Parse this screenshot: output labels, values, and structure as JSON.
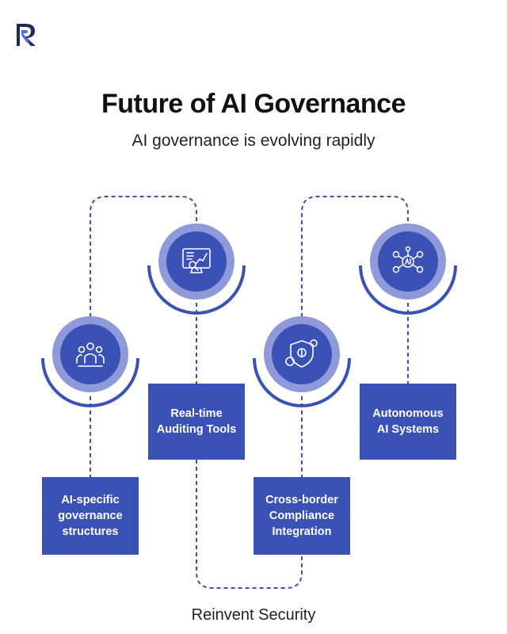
{
  "title": "Future of AI Governance",
  "subtitle": "AI governance is evolving rapidly",
  "footer": "Reinvent Security",
  "colors": {
    "primary": "#3a51b5",
    "light_ring": "#8e9ad9",
    "line": "#3a51b5"
  },
  "steps": [
    {
      "label_lines": [
        "AI-specific",
        "governance",
        "structures"
      ],
      "icon": "people-network-icon"
    },
    {
      "label_lines": [
        "Real-time",
        "Auditing Tools"
      ],
      "icon": "monitor-analytics-icon"
    },
    {
      "label_lines": [
        "Cross-border",
        "Compliance",
        "Integration"
      ],
      "icon": "shield-compliance-icon"
    },
    {
      "label_lines": [
        "Autonomous",
        "AI Systems"
      ],
      "icon": "ai-network-icon"
    }
  ]
}
